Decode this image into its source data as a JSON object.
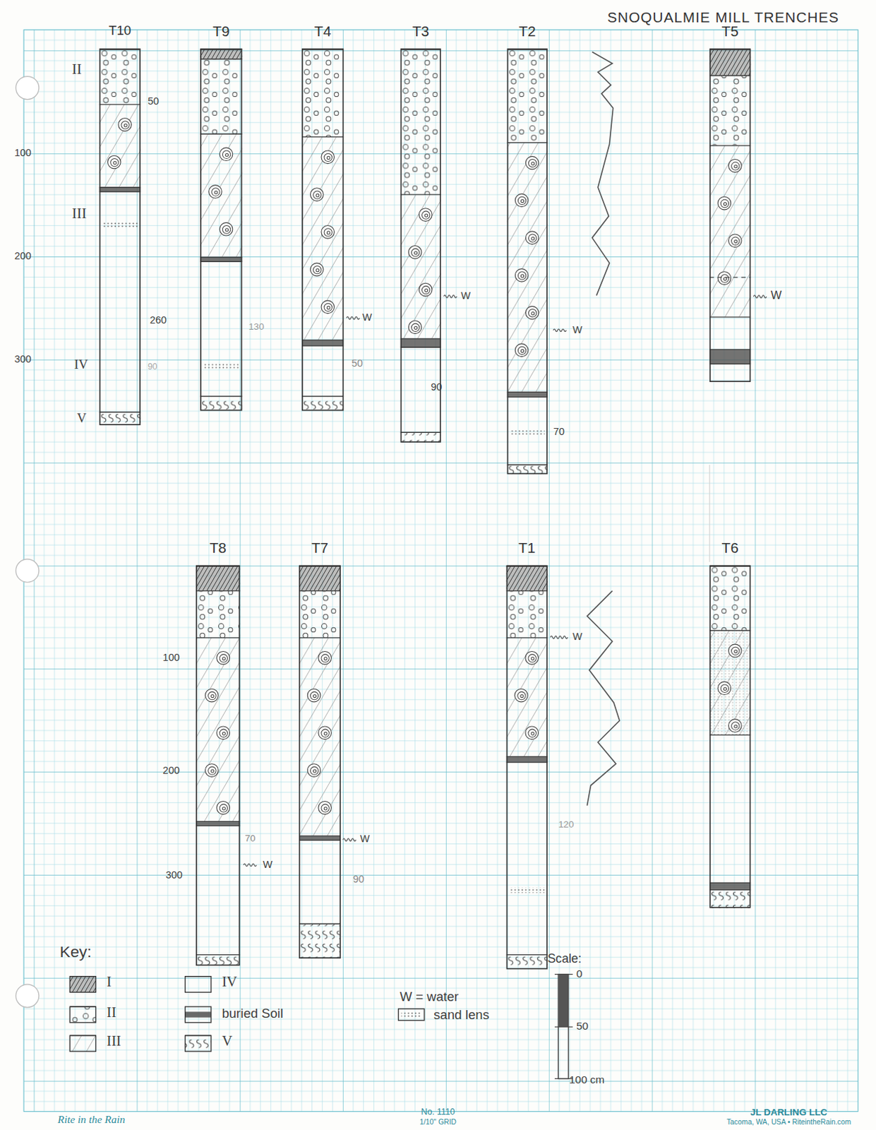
{
  "diagram": {
    "title": "SNOQUALMIE MILL TRENCHES",
    "nodes": [
      {
        "text": [
          "T10"
        ]
      },
      {
        "text": [
          "T9"
        ]
      },
      {
        "text": [
          "T4"
        ]
      },
      {
        "text": [
          "T3"
        ]
      },
      {
        "text": [
          "T2"
        ]
      },
      {
        "text": [
          "T5"
        ]
      },
      {
        "text": [
          "T8"
        ]
      },
      {
        "text": [
          "T7"
        ]
      },
      {
        "text": [
          "T1"
        ]
      },
      {
        "text": [
          "T6"
        ]
      }
    ],
    "labels": [
      "II",
      "III",
      "IV",
      "V",
      "50",
      "260",
      "90",
      "100",
      "200",
      "300",
      "130",
      "W",
      "50",
      "W",
      "90",
      "W",
      "70",
      "W",
      "100",
      "200",
      "300",
      "W",
      "70",
      "W",
      "90",
      "W",
      "120",
      "Key:",
      "Scale:",
      "0",
      "50",
      "100 cm",
      "Rite in the Rain",
      "No. 1110",
      "1/10\" GRID",
      "JL DARLING LLC",
      "Tacoma, WA, USA • RiteintheRain.com"
    ],
    "legend": [
      {
        "text": "I"
      },
      {
        "text": "II"
      },
      {
        "text": "III"
      },
      {
        "text": "IV"
      },
      {
        "text": "buried Soil"
      },
      {
        "text": "V"
      },
      {
        "text": "W = water"
      },
      {
        "text": "sand lens"
      }
    ]
  }
}
